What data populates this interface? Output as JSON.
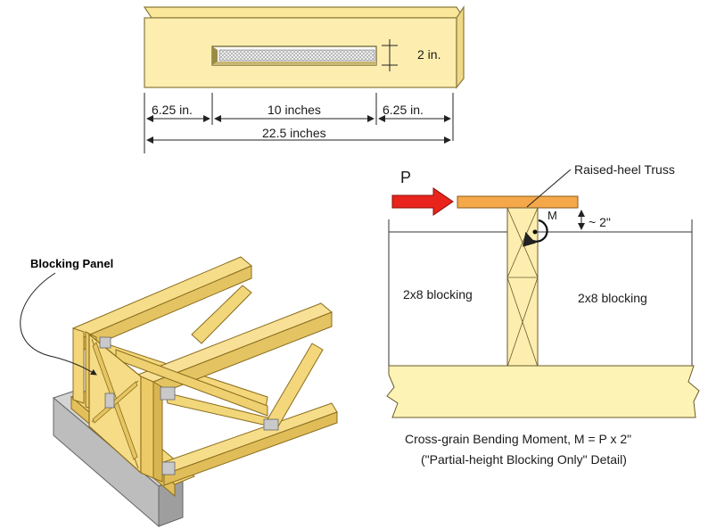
{
  "top_panel": {
    "dim_slot_height": "2 in.",
    "dim_left": "6.25 in.",
    "dim_middle": "10 inches",
    "dim_right": "6.25 in.",
    "dim_total": "22.5 inches"
  },
  "left_panel": {
    "callout": "Blocking Panel"
  },
  "right_panel": {
    "load_label": "P",
    "truss_label": "Raised-heel Truss",
    "moment_label": "M",
    "offset_label": "~ 2\"",
    "blocking_left": "2x8 blocking",
    "blocking_right": "2x8 blocking",
    "caption_line1": "Cross-grain Bending Moment, M = P x 2\"",
    "caption_line2": "(\"Partial-height Blocking Only\" Detail)"
  },
  "colors": {
    "wood": "#fdeeb0",
    "wood_stroke": "#8a7a3a",
    "load_arrow": "#e8241c",
    "truss_chord": "#f5a84a",
    "concrete": "#b9b9b9"
  }
}
